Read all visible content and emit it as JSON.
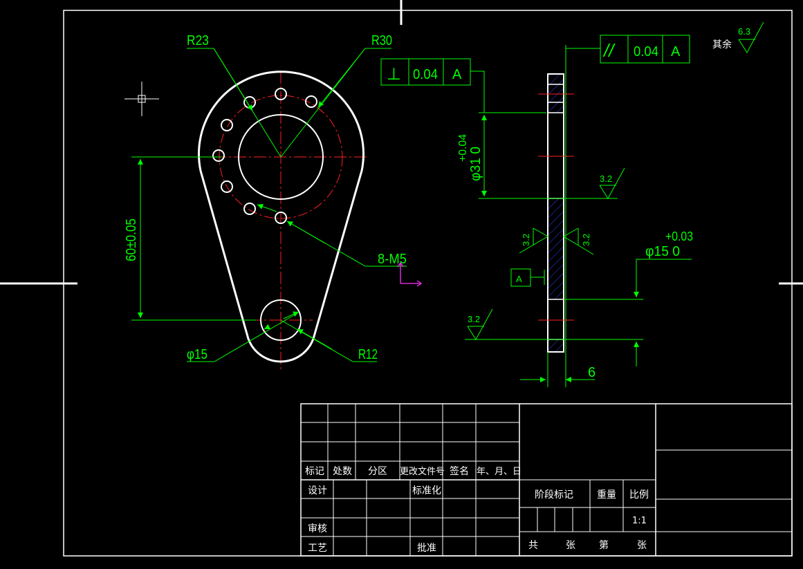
{
  "colors": {
    "background": "#000000",
    "outline": "#ffffff",
    "dimension": "#00ff00",
    "centerline": "#ff2020",
    "hatch": "#3040ff",
    "ucs": "#ff30ff"
  },
  "front_view": {
    "r23": "R23",
    "r30": "R30",
    "holes": "8-M5",
    "center_dist": "60±0.05",
    "phi15": "φ15",
    "r12": "R12"
  },
  "side_view": {
    "perp_symbol": "⊥",
    "perp_tol": "0.04",
    "perp_datum": "A",
    "par_symbol": "//",
    "par_tol": "0.04",
    "par_datum": "A",
    "rest_label": "其余",
    "rest_value": "6.3",
    "bore_dim": "φ31 0",
    "bore_tol": "+0.04",
    "rough_bore": "3.2",
    "rough_left": "3.2",
    "rough_right": "3.2",
    "rough_bottom": "3.2",
    "hole_dim": "φ15 0",
    "hole_tol": "+0.03",
    "thickness": "6",
    "datum_label": "A"
  },
  "title_block": {
    "h_biaoji": "标记",
    "h_chushu": "处数",
    "h_fenqu": "分区",
    "h_genggai": "更改文件号",
    "h_qianming": "签名",
    "h_date": "年、月、日",
    "sheji": "设计",
    "biaozhunhua": "标准化",
    "shenhe": "审核",
    "gongyi": "工艺",
    "pizhun": "批准",
    "jieduan": "阶段标记",
    "zhongliang": "重量",
    "bili": "比例",
    "scale": "1:1",
    "gong": "共",
    "zhang1": "张",
    "di": "第",
    "zhang2": "张"
  }
}
